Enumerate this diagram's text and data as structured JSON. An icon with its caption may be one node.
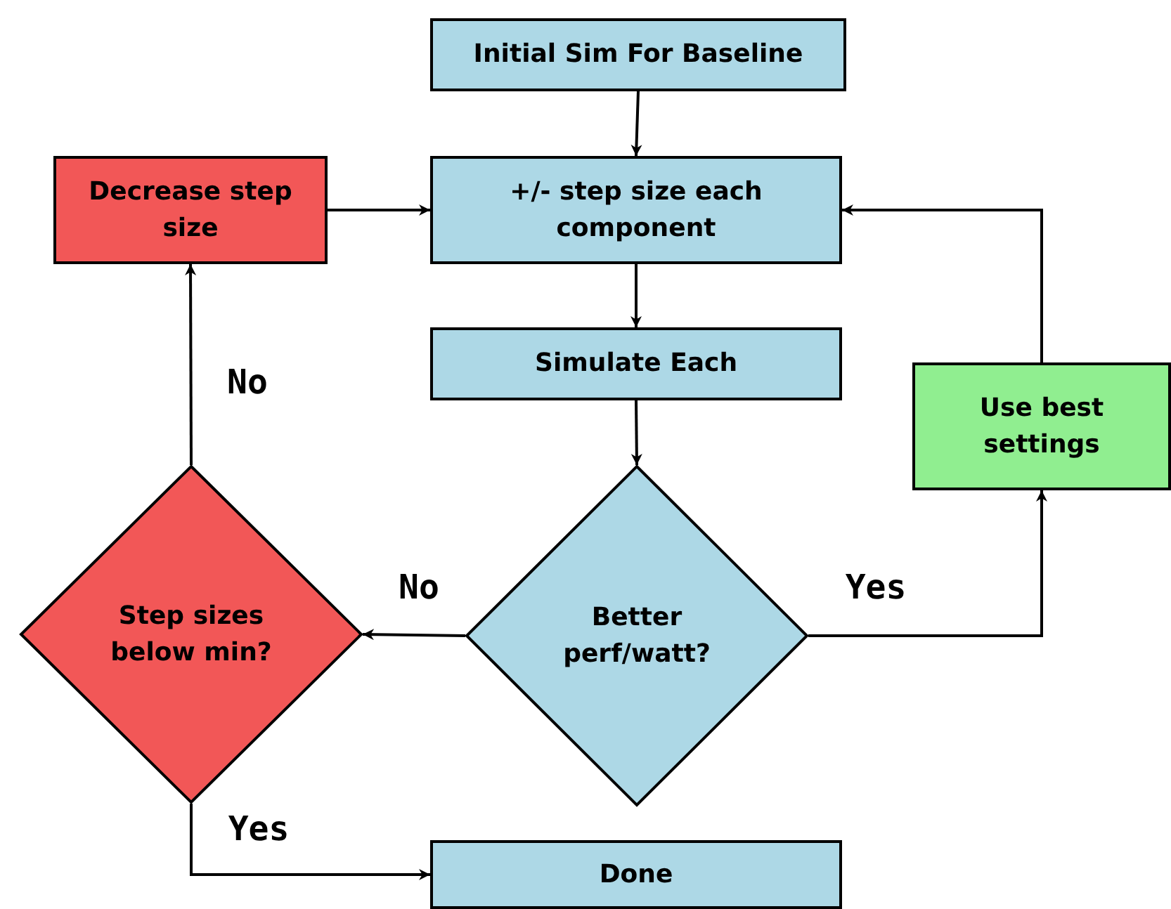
{
  "diagram": {
    "nodes": [
      {
        "text": [
          "Initial Sim For Baseline"
        ]
      },
      {
        "text": [
          "Decrease step size"
        ]
      },
      {
        "text": [
          "+/- step size each component"
        ]
      },
      {
        "text": [
          "Simulate Each"
        ]
      },
      {
        "text": [
          "Use best settings"
        ]
      },
      {
        "text": [
          "Step sizes below min?"
        ]
      },
      {
        "text": [
          "Better perf/watt?"
        ]
      },
      {
        "text": [
          "Done"
        ]
      }
    ],
    "edges": [
      {
        "from": 0,
        "to": 2,
        "arrow": "to"
      },
      {
        "from": 1,
        "to": 2,
        "arrow": "to"
      },
      {
        "from": 2,
        "to": 3,
        "arrow": "to"
      },
      {
        "from": 3,
        "to": 6,
        "arrow": "to"
      },
      {
        "from": 6,
        "to": 5,
        "arrow": "to",
        "label": "No"
      },
      {
        "from": 6,
        "to": 4,
        "arrow": "to",
        "label": "Yes"
      },
      {
        "from": 4,
        "to": 2,
        "arrow": "to"
      },
      {
        "from": 5,
        "to": 1,
        "arrow": "to",
        "label": "No"
      },
      {
        "from": 5,
        "to": 7,
        "arrow": "to",
        "label": "Yes"
      }
    ]
  }
}
